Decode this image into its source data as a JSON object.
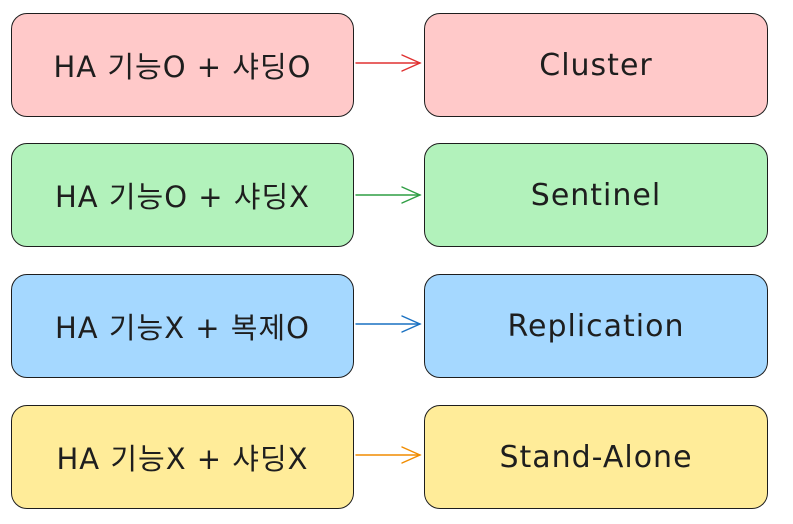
{
  "rows": [
    {
      "condition": "HA 기능O + 샤딩O",
      "mode": "Cluster",
      "fill": "#ffc9c9",
      "arrow_color": "#e03131"
    },
    {
      "condition": "HA 기능O + 샤딩X",
      "mode": "Sentinel",
      "fill": "#b2f2bb",
      "arrow_color": "#2f9e44"
    },
    {
      "condition": "HA 기능X + 복제O",
      "mode": "Replication",
      "fill": "#a5d8ff",
      "arrow_color": "#1971c2"
    },
    {
      "condition": "HA 기능X + 샤딩X",
      "mode": "Stand-Alone",
      "fill": "#ffec99",
      "arrow_color": "#f08c00"
    }
  ]
}
